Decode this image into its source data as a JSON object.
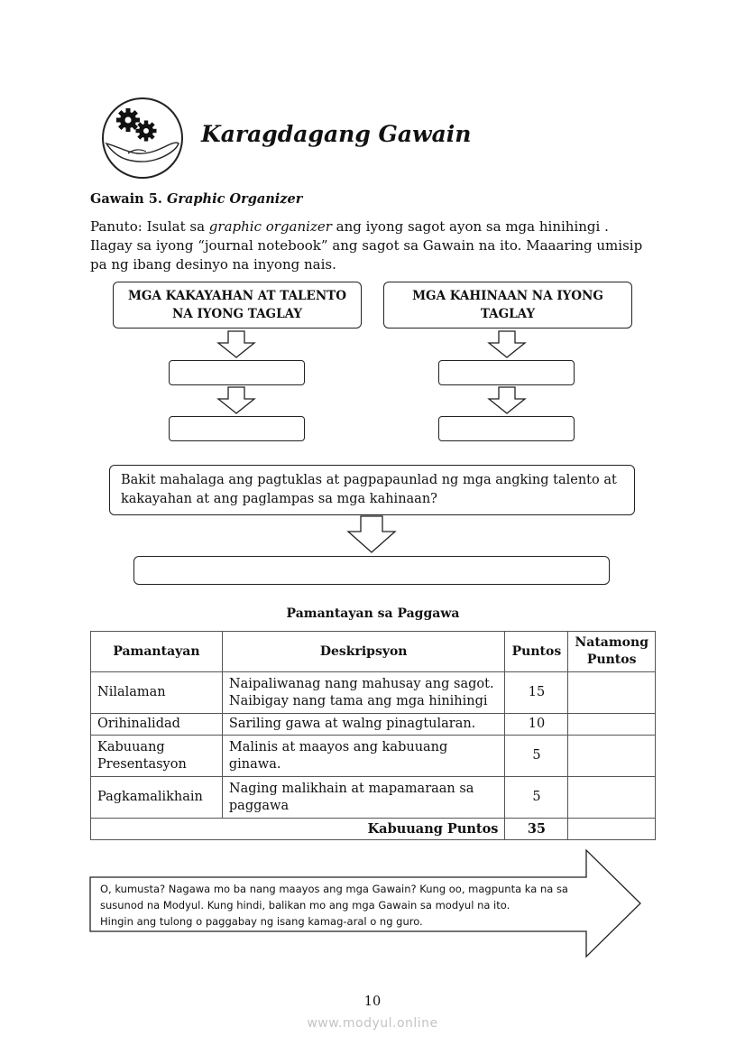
{
  "header": {
    "title": "Karagdagang Gawain"
  },
  "activity": {
    "label_prefix": "Gawain 5.",
    "label_name": "Graphic Organizer",
    "instruction_part1": "Panuto: Isulat sa ",
    "instruction_italic": "graphic organizer",
    "instruction_part2": " ang iyong sagot ayon sa mga hinihingi . Ilagay sa iyong  “journal notebook” ang sagot sa Gawain na ito.  Maaaring umisip pa ng ibang desinyo na inyong nais."
  },
  "organizer": {
    "left_header": "MGA KAKAYAHAN AT TALENTO NA IYONG TAGLAY",
    "right_header": "MGA KAHINAAN NA IYONG TAGLAY",
    "question": "Bakit mahalaga ang pagtuklas at pagpapaunlad ng mga angking talento at kakayahan at ang paglampas sa mga kahinaan?"
  },
  "rubric": {
    "title": "Pamantayan sa Paggawa",
    "headers": [
      "Pamantayan",
      "Deskripsyon",
      "Puntos",
      "Natamong Puntos"
    ],
    "rows": [
      {
        "criterion": "Nilalaman",
        "description": "Naipaliwanag nang mahusay ang sagot. Naibigay nang tama ang mga hinihingi",
        "points": "15",
        "earned": ""
      },
      {
        "criterion": "Orihinalidad",
        "description": "Sariling gawa at walng pinagtularan.",
        "points": "10",
        "earned": ""
      },
      {
        "criterion": "Kabuuang Presentasyon",
        "description": "Malinis at maayos ang kabuuang ginawa.",
        "points": "5",
        "earned": ""
      },
      {
        "criterion": "Pagkamalikhain",
        "description": "Naging malikhain at mapamaraan sa paggawa",
        "points": "5",
        "earned": ""
      }
    ],
    "total_label": "Kabuuang Puntos",
    "total_points": "35"
  },
  "closing_note": {
    "line1": "O, kumusta? Nagawa mo ba nang maayos ang mga Gawain? Kung oo, magpunta ka na sa susunod na Modyul. Kung hindi, balikan mo ang mga Gawain sa modyul na ito.",
    "line2": "Hingin ang tulong o paggabay ng isang kamag-aral o ng guro."
  },
  "page_number": "10",
  "footer": "www.modyul.online",
  "icons": {
    "logo": "gears-on-hand-icon"
  }
}
